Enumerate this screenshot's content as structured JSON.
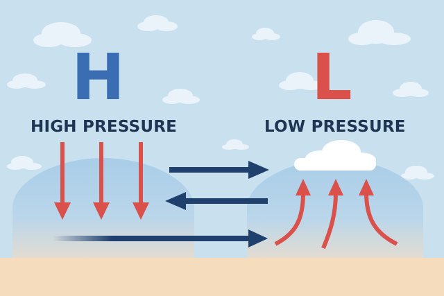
{
  "high": {
    "letter": "H",
    "label": "HIGH PRESSURE",
    "color": "#3b6db3"
  },
  "low": {
    "letter": "L",
    "label": "LOW PRESSURE",
    "color": "#d9514a"
  },
  "colors": {
    "sky": "#c9e0ef",
    "ground": "#f5dcbd",
    "label_text": "#1f3554",
    "wind_arrow": "#1f3f6c",
    "air_arrow": "#d9514a",
    "cloud": "#ffffff"
  },
  "icons": {
    "sinking_air": "arrow-down-icon",
    "rising_air": "arrow-up-icon",
    "wind": "arrow-right-icon",
    "cloud": "cloud-icon"
  }
}
